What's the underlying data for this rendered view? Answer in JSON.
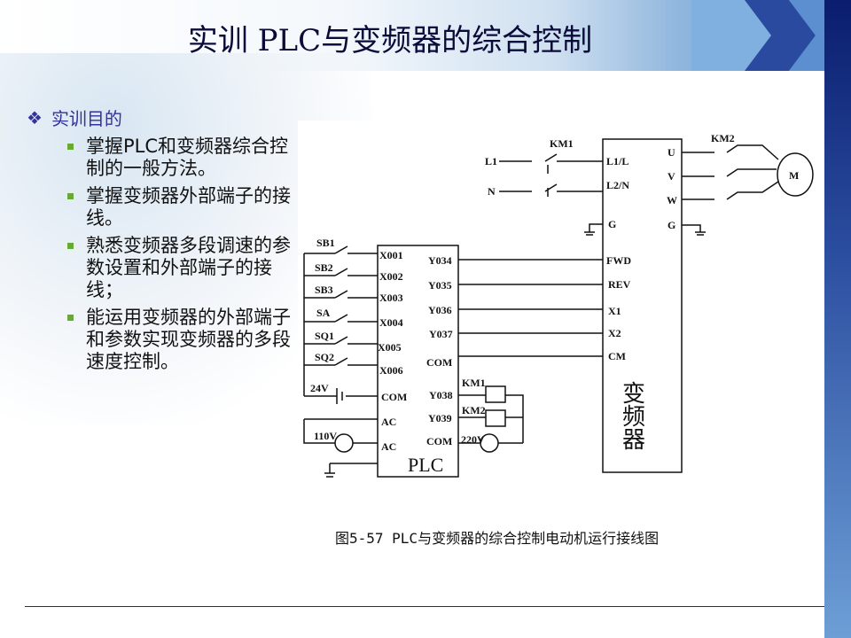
{
  "title": "实训 PLC与变频器的综合控制",
  "section": {
    "heading": "实训目的",
    "bullets": [
      "掌握PLC和变频器综合控制的一般方法。",
      "掌握变频器外部端子的接线。",
      "熟悉变频器多段调速的参数设置和外部端子的接线；",
      "能运用变频器的外部端子和参数实现变频器的多段速度控制。"
    ]
  },
  "diagram": {
    "plc": {
      "name": "PLC",
      "inputs": [
        "X001",
        "X002",
        "X003",
        "X004",
        "X005",
        "X006",
        "COM",
        "AC",
        "AC"
      ],
      "outputs": [
        "Y034",
        "Y035",
        "Y036",
        "Y037",
        "COM",
        "Y038",
        "Y039",
        "COM"
      ]
    },
    "switches": [
      "SB1",
      "SB2",
      "SB3",
      "SA",
      "SQ1",
      "SQ2"
    ],
    "supply_24": "24V",
    "supply_110": "110V",
    "supply_220": "220V",
    "coils": [
      "KM1",
      "KM2"
    ],
    "inverter": {
      "name": "变频器",
      "left_terminals": [
        "L1/L",
        "L2/N",
        "G",
        "FWD",
        "REV",
        "X1",
        "X2",
        "CM"
      ],
      "right_terminals": [
        "U",
        "V",
        "W",
        "G"
      ]
    },
    "mains": [
      "L1",
      "N"
    ],
    "km1": "KM1",
    "km2": "KM2",
    "motor": "M"
  },
  "caption": "图5-57  PLC与变频器的综合控制电动机运行接线图"
}
